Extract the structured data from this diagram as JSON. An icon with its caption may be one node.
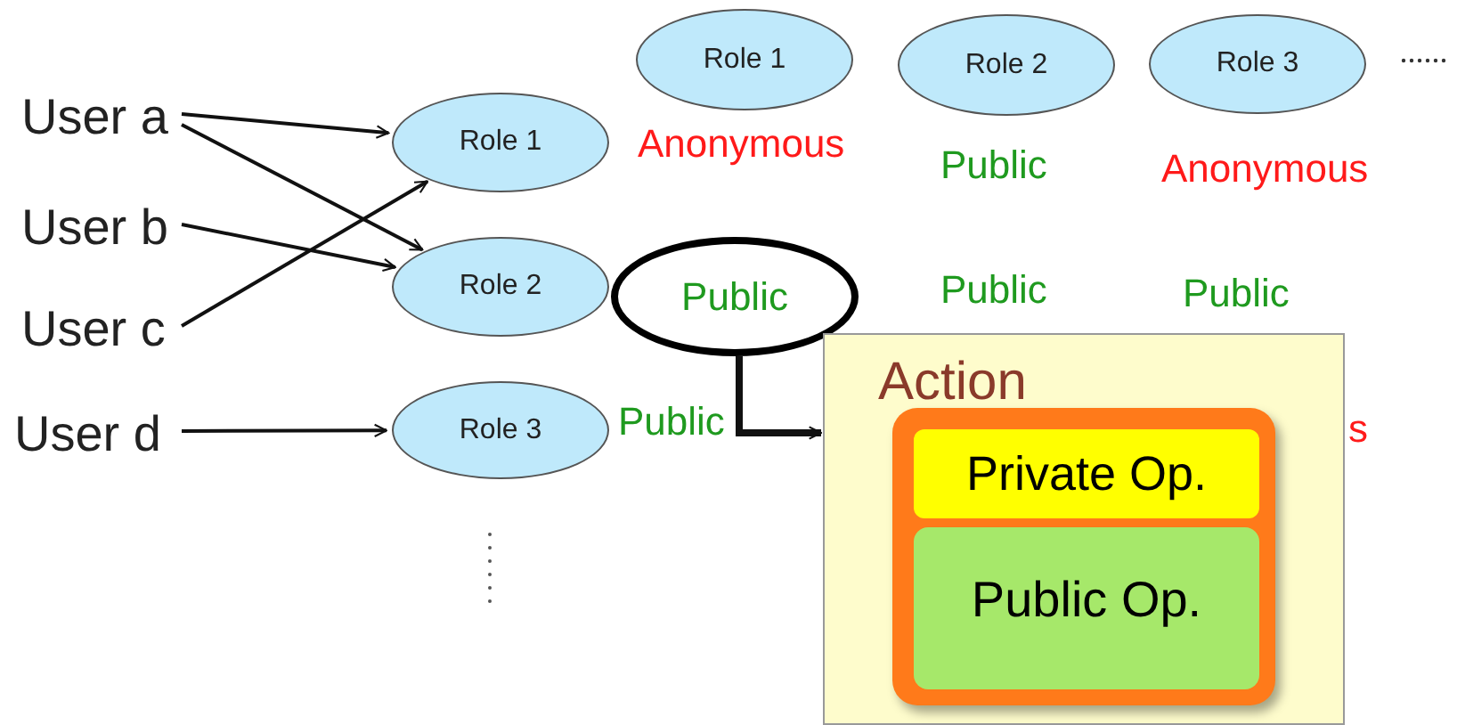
{
  "diagram": {
    "nodes": [
      {
        "text": [
          "User a"
        ]
      },
      {
        "text": [
          "User b"
        ]
      },
      {
        "text": [
          "User c"
        ]
      },
      {
        "text": [
          "User d"
        ]
      },
      {
        "text": [
          "Role 1"
        ]
      },
      {
        "text": [
          "Role 2"
        ]
      },
      {
        "text": [
          "Role 3"
        ]
      },
      {
        "text": [
          "Role 1"
        ]
      },
      {
        "text": [
          "Role 2"
        ]
      },
      {
        "text": [
          "Role 3"
        ]
      },
      {
        "text": [
          "Public"
        ]
      },
      {
        "text": [
          "Action"
        ]
      },
      {
        "text": [],
        "shape": "box",
        "in": 11
      },
      {
        "text": [
          "Private Op."
        ],
        "in": 12
      },
      {
        "text": [
          "Public Op."
        ],
        "in": 12
      }
    ],
    "edges": [
      {
        "from": 0,
        "to": 4,
        "arrow": "to"
      },
      {
        "from": 0,
        "to": 5,
        "arrow": "to"
      },
      {
        "from": 1,
        "to": 5,
        "arrow": "to"
      },
      {
        "from": 2,
        "to": 4,
        "arrow": "to"
      },
      {
        "from": 3,
        "to": 6,
        "arrow": "to"
      },
      {
        "from": 10,
        "to": 11,
        "arrow": "to",
        "style": "thick"
      }
    ],
    "labels": [
      "Anonymous",
      "Public",
      "Anonymous",
      "Public",
      "Public",
      "Public",
      "s"
    ]
  }
}
